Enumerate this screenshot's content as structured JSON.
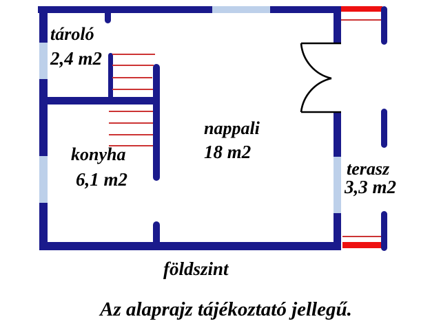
{
  "plan": {
    "floor_label": "földszint",
    "disclaimer": "Az alaprajz tájékoztató jellegű."
  },
  "rooms": [
    {
      "name": "tároló",
      "area": "2,4 m2"
    },
    {
      "name": "konyha",
      "area": "6,1 m2"
    },
    {
      "name": "nappali",
      "area": "18 m2"
    },
    {
      "name": "terasz",
      "area": "3,3 m2"
    }
  ],
  "colors": {
    "wall": "#1a1a8c",
    "window": "#bdd0ea",
    "rail": "#ee1111",
    "tread": "#cc3333",
    "text": "#000000",
    "bg": "#ffffff"
  }
}
